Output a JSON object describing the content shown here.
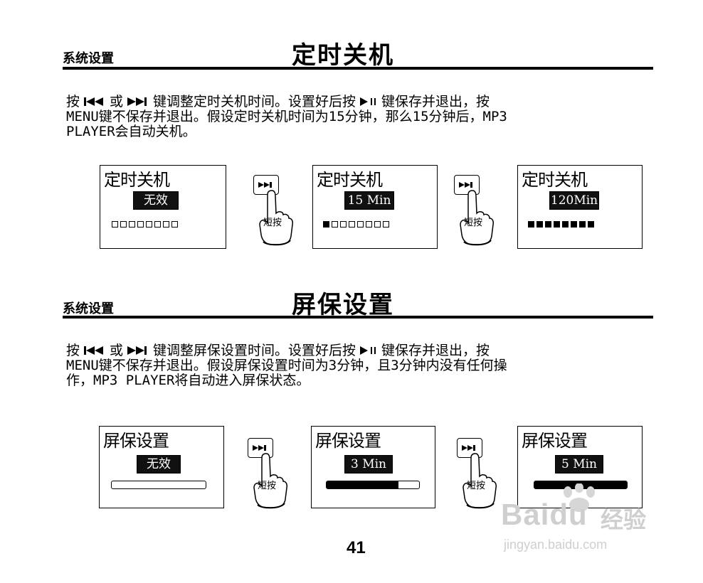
{
  "section1": {
    "label": "系统设置",
    "title": "定时关机",
    "para": [
      {
        "pre": "按",
        "mid": "或",
        "post": "键调整定时关机时间。设置好后按",
        "post2": "键保存并退出，按"
      },
      "MENU键不保存并退出。假设定时关机时间为15分钟，那么15分钟后，MP3",
      "PLAYER会自动关机。"
    ],
    "screens": [
      {
        "title": "定时关机",
        "value": "无效",
        "filled": 0
      },
      {
        "title": "定时关机",
        "value": "15 Min",
        "filled": 1
      },
      {
        "title": "定时关机",
        "value": "120Min",
        "filled": 8
      }
    ],
    "press_label": "短按"
  },
  "section2": {
    "label": "系统设置",
    "title": "屏保设置",
    "para": [
      {
        "pre": "按",
        "mid": "或",
        "post": "键调整屏保设置时间。设置好后按",
        "post2": "键保存并退出，按"
      },
      "MENU键不保存并退出。假设屏保设置时间为3分钟，且3分钟内没有任何操",
      "作，MP3 PLAYER将自动进入屏保状态。"
    ],
    "screens": [
      {
        "title": "屏保设置",
        "value": "无效",
        "progress": 0
      },
      {
        "title": "屏保设置",
        "value": "3 Min",
        "progress": 0.78
      },
      {
        "title": "屏保设置",
        "value": "5 Min",
        "progress": 1.0
      }
    ],
    "press_label": "短按"
  },
  "page_number": "41",
  "watermark": {
    "brand": "Bai",
    "brand2": "du",
    "cn": "经验",
    "url": "jingyan.baidu.com"
  },
  "icons": {
    "prev": "prev-track-icon",
    "next": "next-track-icon",
    "play": "play-pause-icon",
    "hand": "pointing-hand-icon"
  }
}
